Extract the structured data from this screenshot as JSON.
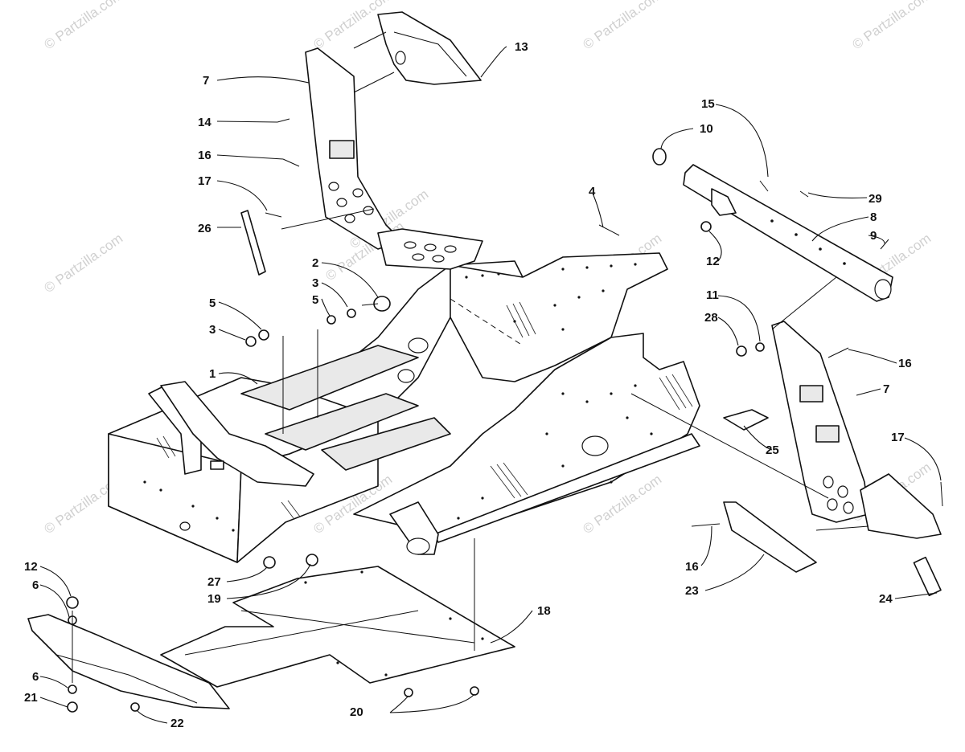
{
  "watermarks": [
    "© Partzilla.com",
    "© Partzilla.com",
    "© Partzilla.com",
    "© Partzilla.com",
    "© Partzilla.com",
    "© Partzilla.com",
    "© Partzilla.com",
    "© Partzilla.com",
    "© Partzilla.com",
    "© Partzilla.com",
    "© Partzilla.com",
    "© Partzilla.com",
    "© Partzilla.com"
  ],
  "callouts": [
    {
      "id": "c13",
      "text": "13"
    },
    {
      "id": "c7a",
      "text": "7"
    },
    {
      "id": "c14",
      "text": "14"
    },
    {
      "id": "c16a",
      "text": "16"
    },
    {
      "id": "c17a",
      "text": "17"
    },
    {
      "id": "c26",
      "text": "26"
    },
    {
      "id": "c2",
      "text": "2"
    },
    {
      "id": "c3a",
      "text": "3"
    },
    {
      "id": "c5a",
      "text": "5"
    },
    {
      "id": "c5b",
      "text": "5"
    },
    {
      "id": "c3b",
      "text": "3"
    },
    {
      "id": "c1",
      "text": "1"
    },
    {
      "id": "c4",
      "text": "4"
    },
    {
      "id": "c15",
      "text": "15"
    },
    {
      "id": "c10",
      "text": "10"
    },
    {
      "id": "c29",
      "text": "29"
    },
    {
      "id": "c8",
      "text": "8"
    },
    {
      "id": "c9",
      "text": "9"
    },
    {
      "id": "c12a",
      "text": "12"
    },
    {
      "id": "c11",
      "text": "11"
    },
    {
      "id": "c28",
      "text": "28"
    },
    {
      "id": "c16b",
      "text": "16"
    },
    {
      "id": "c7b",
      "text": "7"
    },
    {
      "id": "c25",
      "text": "25"
    },
    {
      "id": "c17b",
      "text": "17"
    },
    {
      "id": "c16c",
      "text": "16"
    },
    {
      "id": "c23",
      "text": "23"
    },
    {
      "id": "c24",
      "text": "24"
    },
    {
      "id": "c27",
      "text": "27"
    },
    {
      "id": "c19",
      "text": "19"
    },
    {
      "id": "c12b",
      "text": "12"
    },
    {
      "id": "c6a",
      "text": "6"
    },
    {
      "id": "c18",
      "text": "18"
    },
    {
      "id": "c6b",
      "text": "6"
    },
    {
      "id": "c21",
      "text": "21"
    },
    {
      "id": "c22",
      "text": "22"
    },
    {
      "id": "c20",
      "text": "20"
    }
  ]
}
